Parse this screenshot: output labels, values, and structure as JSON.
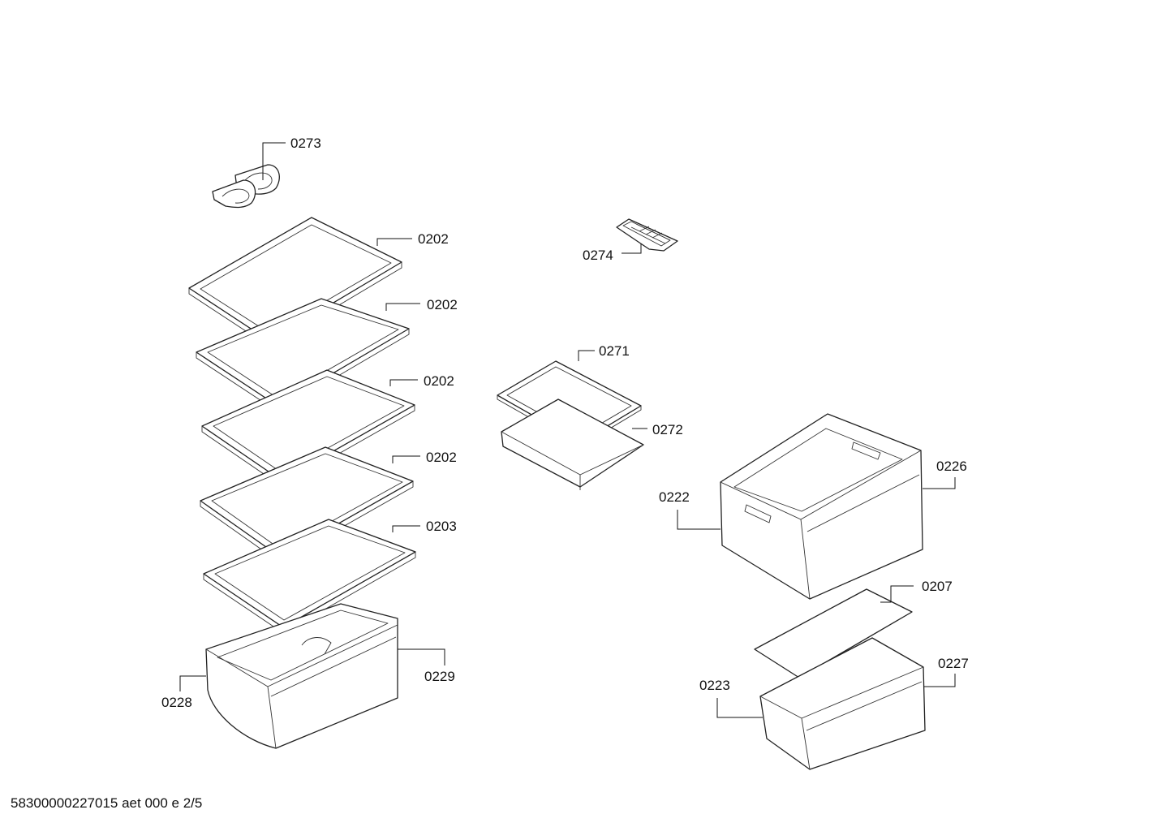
{
  "labels": {
    "p0273": "0273",
    "p0274": "0274",
    "p0202a": "0202",
    "p0202b": "0202",
    "p0202c": "0202",
    "p0202d": "0202",
    "p0203": "0203",
    "p0271": "0271",
    "p0272": "0272",
    "p0226": "0226",
    "p0222": "0222",
    "p0207": "0207",
    "p0227": "0227",
    "p0223": "0223",
    "p0228": "0228",
    "p0229": "0229"
  },
  "footer": "58300000227015 aet 000 e 2/5"
}
